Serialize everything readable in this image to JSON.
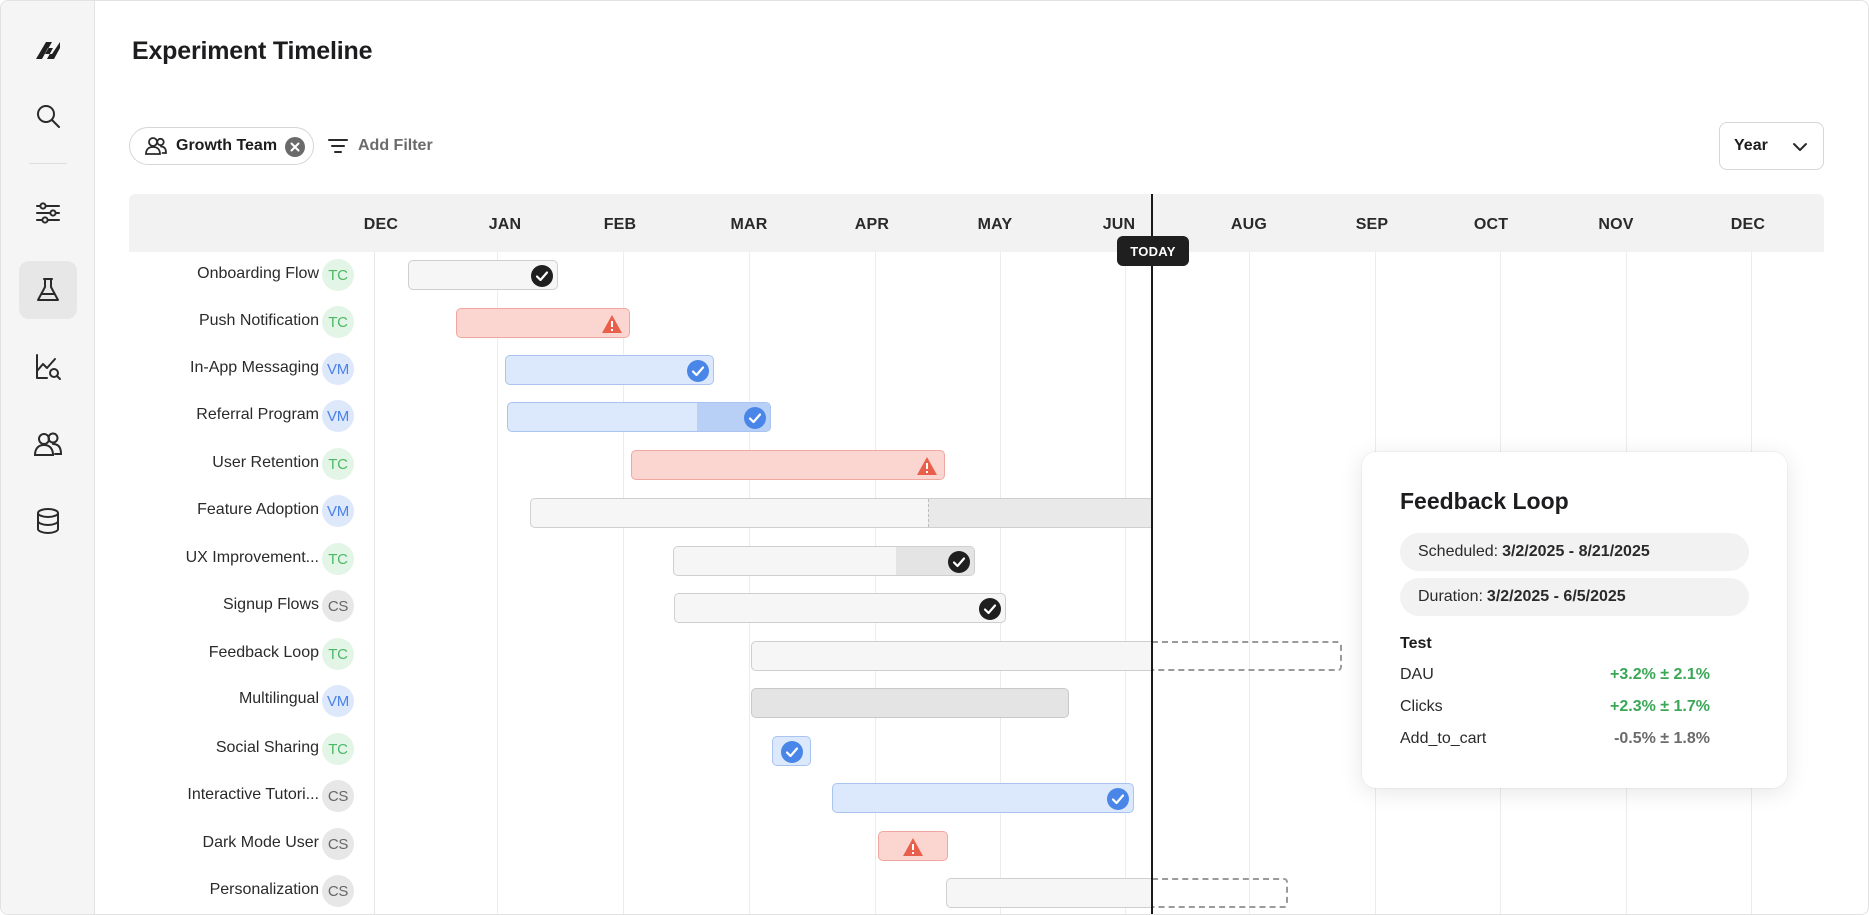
{
  "page": {
    "title": "Experiment Timeline"
  },
  "sidebar": {
    "items": [
      {
        "name": "logo",
        "icon": "brand-logo-icon",
        "active": false
      },
      {
        "name": "search",
        "icon": "search-icon",
        "active": false
      },
      {
        "name": "filters",
        "icon": "sliders-icon",
        "active": false
      },
      {
        "name": "experiments",
        "icon": "flask-icon",
        "active": true
      },
      {
        "name": "analytics",
        "icon": "chart-search-icon",
        "active": false
      },
      {
        "name": "users",
        "icon": "users-icon",
        "active": false
      },
      {
        "name": "database",
        "icon": "database-icon",
        "active": false
      }
    ]
  },
  "filters": {
    "chip_label": "Growth Team",
    "chip_icon": "users-icon",
    "add_filter_label": "Add Filter"
  },
  "range_select": {
    "value": "Year"
  },
  "timeline": {
    "months": [
      "DEC",
      "JAN",
      "FEB",
      "MAR",
      "APR",
      "MAY",
      "JUN",
      "AUG",
      "SEP",
      "OCT",
      "NOV",
      "DEC"
    ],
    "today_label": "TODAY",
    "rows": [
      {
        "label": "Onboarding Flow",
        "owner": "TC",
        "status": "success-dark"
      },
      {
        "label": "Push Notification",
        "owner": "TC",
        "status": "warning"
      },
      {
        "label": "In-App Messaging",
        "owner": "VM",
        "status": "success-blue"
      },
      {
        "label": "Referral Program",
        "owner": "VM",
        "status": "success-blue"
      },
      {
        "label": "User Retention",
        "owner": "TC",
        "status": "warning"
      },
      {
        "label": "Feature Adoption",
        "owner": "VM",
        "status": "running"
      },
      {
        "label": "UX Improvement...",
        "owner": "TC",
        "status": "success-dark"
      },
      {
        "label": "Signup Flows",
        "owner": "CS",
        "status": "success-dark"
      },
      {
        "label": "Feedback Loop",
        "owner": "TC",
        "status": "scheduled"
      },
      {
        "label": "Multilingual",
        "owner": "VM",
        "status": "pending"
      },
      {
        "label": "Social Sharing",
        "owner": "TC",
        "status": "success-blue"
      },
      {
        "label": "Interactive Tutori...",
        "owner": "CS",
        "status": "success-blue"
      },
      {
        "label": "Dark Mode User",
        "owner": "CS",
        "status": "warning"
      },
      {
        "label": "Personalization",
        "owner": "CS",
        "status": "scheduled"
      }
    ]
  },
  "tooltip": {
    "title": "Feedback Loop",
    "scheduled_label": "Scheduled:",
    "scheduled_value": "3/2/2025 - 8/21/2025",
    "duration_label": "Duration:",
    "duration_value": "3/2/2025 - 6/5/2025",
    "section_title": "Test",
    "metrics": [
      {
        "name": "DAU",
        "value": "+3.2% ± 2.1%",
        "color": "#3aa757"
      },
      {
        "name": "Clicks",
        "value": "+2.3% ± 1.7%",
        "color": "#3aa757"
      },
      {
        "name": "Add_to_cart",
        "value": "-0.5% ± 1.8%",
        "color": "#6b6b6b"
      }
    ]
  },
  "colors": {
    "success_green": "#3aa757",
    "warning_red": "#e8604c",
    "success_blue": "#4a86e8",
    "neutral_dark": "#1f1f1f"
  }
}
